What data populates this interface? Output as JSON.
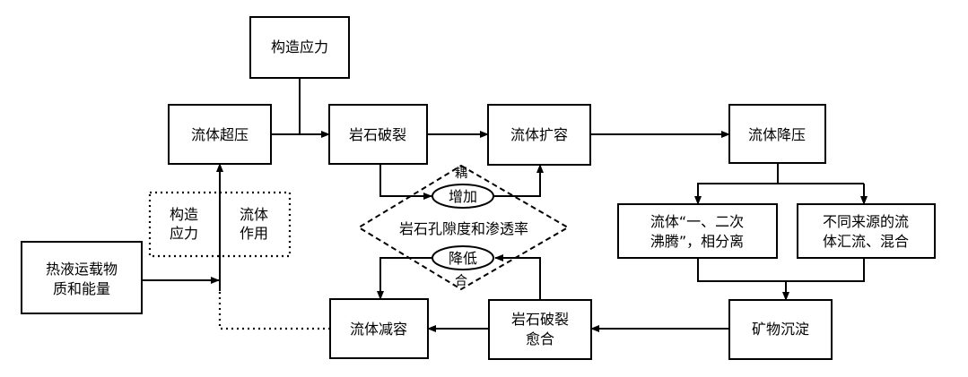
{
  "nodes": {
    "tectonic_stress_top": "构造应力",
    "fluid_overpressure": "流体超压",
    "rock_fracture": "岩石破裂",
    "fluid_expansion": "流体扩容",
    "fluid_depressurization": "流体降压",
    "tectonic_stress_mid": [
      "构造",
      "应力"
    ],
    "fluid_action": [
      "流体",
      "作用"
    ],
    "hydrothermal_transport": [
      "热液运载物",
      "质和能量"
    ],
    "fluid_boiling": [
      "流体“一、二次",
      "沸腾”，相分离"
    ],
    "fluid_mixing": [
      "不同来源的流",
      "体汇流、混合"
    ],
    "fluid_reduction": "流体减容",
    "fracture_healing": [
      "岩石破裂",
      "愈合"
    ],
    "mineral_precipitation": "矿物沉淀"
  },
  "coupling": {
    "top_char": "耦",
    "bottom_char": "合",
    "increase": "增加",
    "decrease": "降低",
    "center": "岩石孔隙度和渗透率"
  }
}
